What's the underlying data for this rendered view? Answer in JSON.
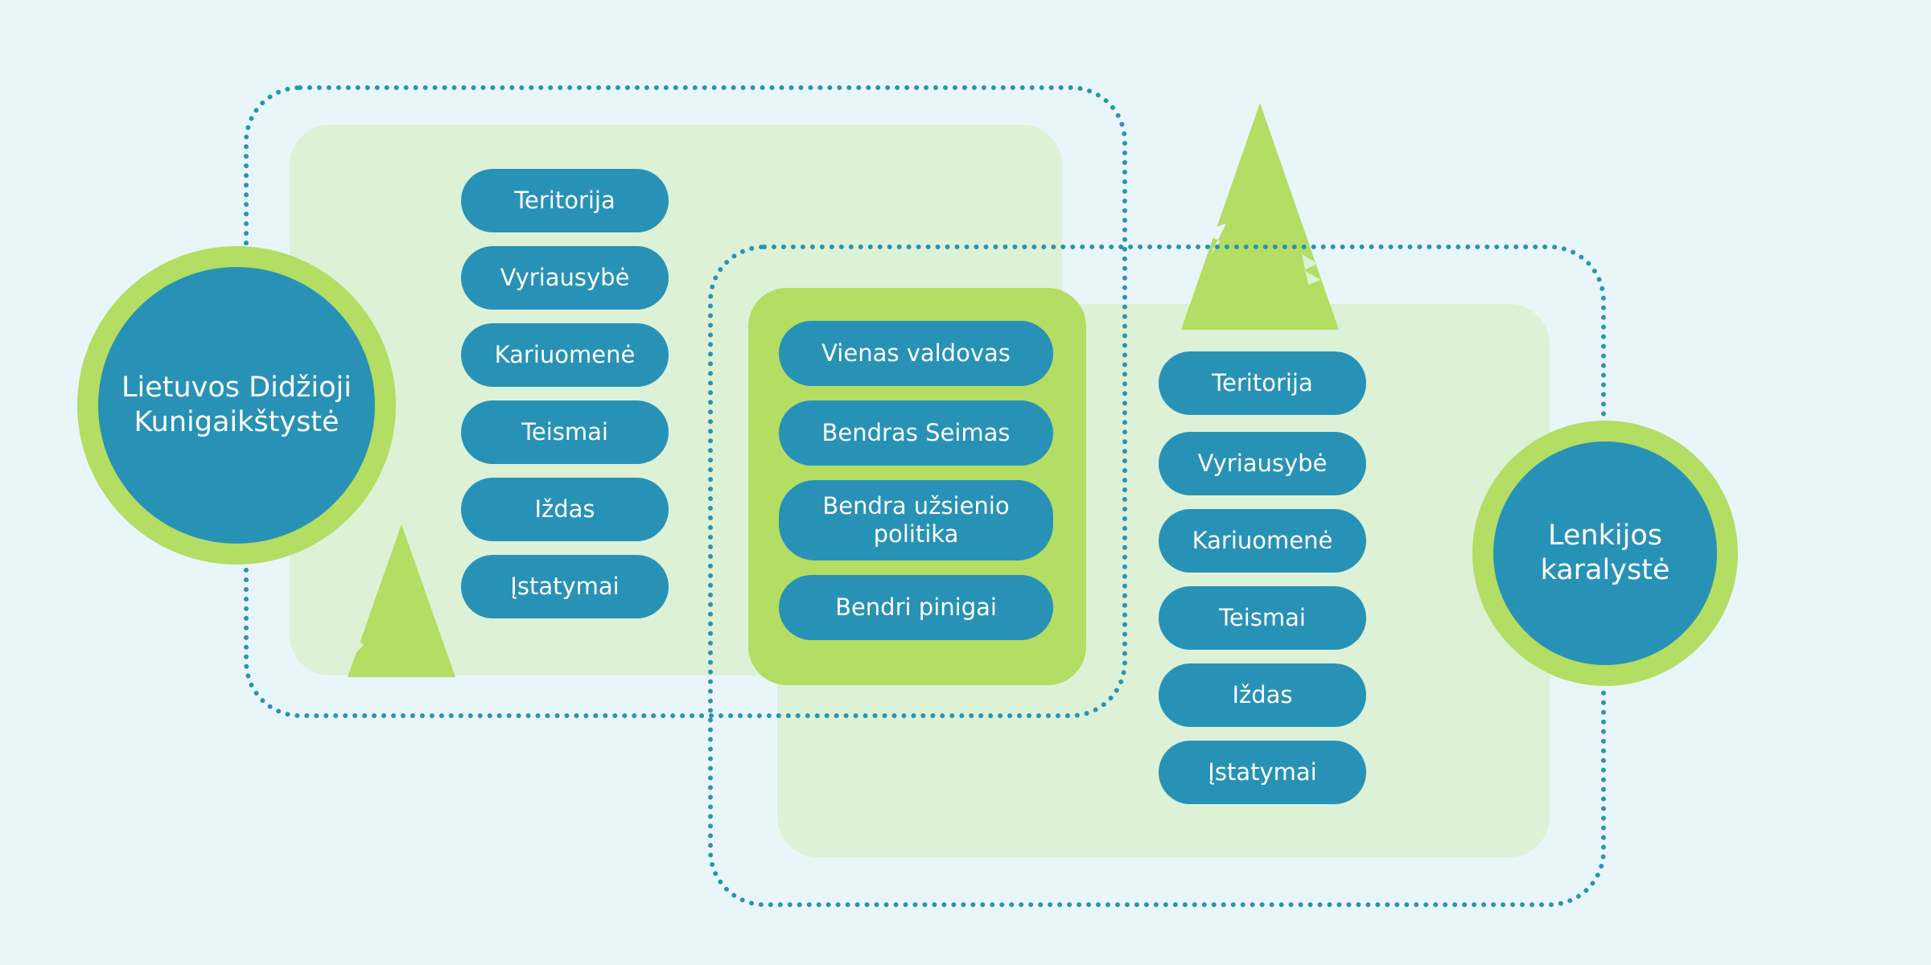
{
  "colors": {
    "background": "#e9f6f9",
    "panel": "#ddf1d6",
    "accent_green": "#b3dd63",
    "blue": "#2892b6",
    "dotted_border": "#2a93b5",
    "text_on_blue": "#ffffff"
  },
  "lithuania": {
    "title": "Lietuvos Didžioji\nKunigaikštystė",
    "items": [
      "Teritorija",
      "Vyriausybė",
      "Kariuomenė",
      "Teismai",
      "Iždas",
      "Įstatymai"
    ]
  },
  "shared": {
    "items": [
      "Vienas valdovas",
      "Bendras Seimas",
      "Bendra užsienio\npolitika",
      "Bendri pinigai"
    ]
  },
  "poland": {
    "title": "Lenkijos\nkaralystė",
    "items": [
      "Teritorija",
      "Vyriausybė",
      "Kariuomenė",
      "Teismai",
      "Iždas",
      "Įstatymai"
    ]
  },
  "icons": {
    "left_tree": "tree-icon",
    "right_tree": "tree-icon"
  }
}
